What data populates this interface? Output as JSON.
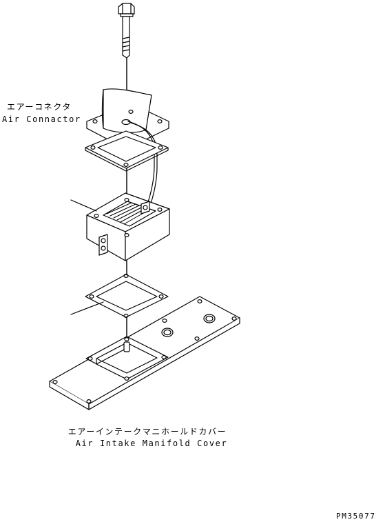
{
  "labels": {
    "air_connector_jp": "エアーコネクタ",
    "air_connector_en": "Air Connactor",
    "manifold_cover_jp": "エアーインテークマニホールドカバー",
    "manifold_cover_en": "Air Intake Manifold Cover",
    "figure_code": "PM35077"
  },
  "parts": [
    {
      "name": "bolt",
      "icon": "bolt-icon"
    },
    {
      "name": "air-connector",
      "icon": "air-connector-icon"
    },
    {
      "name": "upper-gasket",
      "icon": "gasket-icon"
    },
    {
      "name": "intake-heater",
      "icon": "heater-icon"
    },
    {
      "name": "lower-gasket",
      "icon": "gasket-icon"
    },
    {
      "name": "manifold-cover",
      "icon": "cover-plate-icon"
    }
  ],
  "colors": {
    "line": "#000000",
    "background": "#ffffff"
  }
}
